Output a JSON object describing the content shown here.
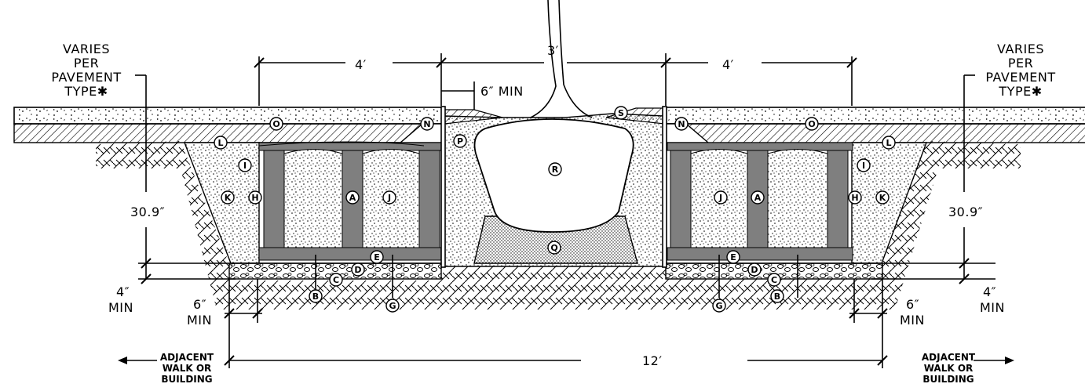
{
  "dimensions": {
    "top_left_4ft": "4′",
    "top_center_3ft": "3′",
    "top_right_4ft": "4′",
    "six_min_top": "6″ MIN",
    "depth_left": "30.9″",
    "depth_right": "30.9″",
    "four_min_left_a": "4″",
    "four_min_left_b": "MIN",
    "four_min_right_a": "4″",
    "four_min_right_b": "MIN",
    "six_min_left_a": "6″",
    "six_min_left_b": "MIN",
    "six_min_right_a": "6″",
    "six_min_right_b": "MIN",
    "overall_width": "12′"
  },
  "notes": {
    "left_varies": [
      "VARIES",
      "PER",
      "PAVEMENT",
      "TYPE✱"
    ],
    "right_varies": [
      "VARIES",
      "PER",
      "PAVEMENT",
      "TYPE✱"
    ],
    "left_adjacent": [
      "ADJACENT",
      "WALK OR",
      "BUILDING"
    ],
    "right_adjacent": [
      "ADJACENT",
      "WALK OR",
      "BUILDING"
    ]
  },
  "callouts": {
    "A": "A",
    "B": "B",
    "C": "C",
    "D": "D",
    "E": "E",
    "G": "G",
    "H": "H",
    "I": "I",
    "J": "J",
    "K": "K",
    "L": "L",
    "N": "N",
    "O": "O",
    "P": "P",
    "Q": "Q",
    "R": "R",
    "S": "S"
  }
}
